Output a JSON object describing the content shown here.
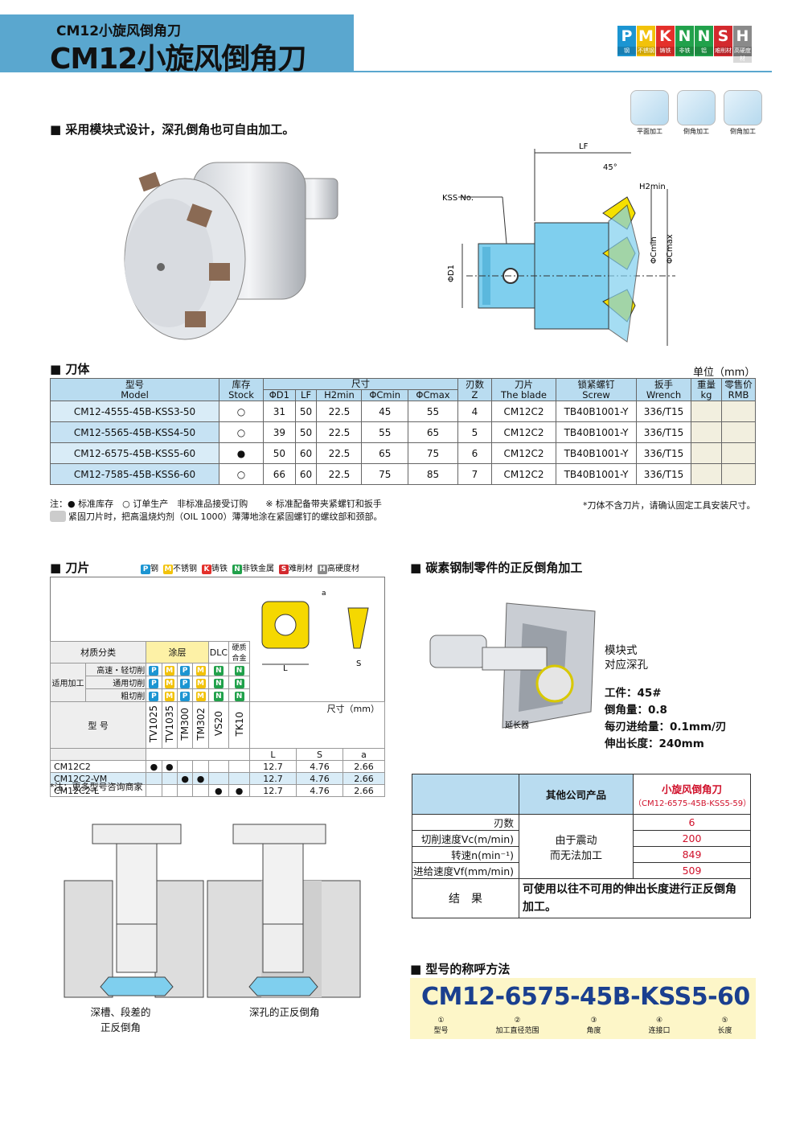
{
  "header": {
    "subtitle": "CM12小旋风倒角刀",
    "title": "CM12小旋风倒角刀"
  },
  "materials": [
    {
      "letter": "P",
      "label": "钢",
      "color": "#1c95d2"
    },
    {
      "letter": "M",
      "label": "不锈钢",
      "color": "#f2c20a"
    },
    {
      "letter": "K",
      "label": "铸铁",
      "color": "#e4302b"
    },
    {
      "letter": "N",
      "label": "非铁",
      "color": "#21a14b"
    },
    {
      "letter": "N",
      "label": "铝",
      "color": "#21a14b"
    },
    {
      "letter": "S",
      "label": "难削材",
      "color": "#d3292e"
    },
    {
      "letter": "H",
      "label": "高硬度材",
      "color": "#8a8a8a"
    }
  ],
  "processes": [
    "平面加工",
    "倒角加工",
    "倒角加工"
  ],
  "intro": "采用模块式设计，深孔倒角也可自由加工。",
  "diagram": {
    "lf": "LF",
    "angle": "45°",
    "h2": "H2min",
    "kss": "KSS No.",
    "d1": "ΦD1",
    "cmin": "ΦCmin",
    "cmax": "ΦCmax"
  },
  "body_section": {
    "title": "刀体",
    "unit": "单位（mm）",
    "headers": {
      "model": "型号",
      "model_en": "Model",
      "stock": "库存",
      "stock_en": "Stock",
      "dims": "尺寸",
      "d1": "ΦD1",
      "lf": "LF",
      "h2": "H2min",
      "cmin": "ΦCmin",
      "cmax": "ΦCmax",
      "z": "刃数",
      "z_en": "Z",
      "blade": "刀片",
      "blade_en": "The blade",
      "screw": "锁紧螺钉",
      "screw_en": "Screw",
      "wrench": "扳手",
      "wrench_en": "Wrench",
      "weight": "重量",
      "weight_en": "kg",
      "price": "零售价",
      "price_en": "RMB"
    },
    "rows": [
      {
        "model": "CM12-4555-45B-KSS3-50",
        "stock": "○",
        "d1": "31",
        "lf": "50",
        "h2": "22.5",
        "cmin": "45",
        "cmax": "55",
        "z": "4",
        "blade": "CM12C2",
        "screw": "TB40B1001-Y",
        "wrench": "336/T15"
      },
      {
        "model": "CM12-5565-45B-KSS4-50",
        "stock": "○",
        "d1": "39",
        "lf": "50",
        "h2": "22.5",
        "cmin": "55",
        "cmax": "65",
        "z": "5",
        "blade": "CM12C2",
        "screw": "TB40B1001-Y",
        "wrench": "336/T15"
      },
      {
        "model": "CM12-6575-45B-KSS5-60",
        "stock": "●",
        "d1": "50",
        "lf": "60",
        "h2": "22.5",
        "cmin": "65",
        "cmax": "75",
        "z": "6",
        "blade": "CM12C2",
        "screw": "TB40B1001-Y",
        "wrench": "336/T15"
      },
      {
        "model": "CM12-7585-45B-KSS6-60",
        "stock": "○",
        "d1": "66",
        "lf": "60",
        "h2": "22.5",
        "cmin": "75",
        "cmax": "85",
        "z": "7",
        "blade": "CM12C2",
        "screw": "TB40B1001-Y",
        "wrench": "336/T15"
      }
    ],
    "note1": "注：● 标准库存　○ 订单生产　非标准品接受订购　　※ 标准配备带夹紧螺钉和扳手",
    "note_right": "*刀体不含刀片，请确认固定工具安装尺寸。",
    "note2": "紧固刀片时，把高温烧灼剂（OIL 1000）薄薄地涂在紧固螺钉的螺纹部和颈部。"
  },
  "blade_section": {
    "title": "刀片",
    "legend": [
      {
        "letter": "P",
        "label": "钢",
        "color": "#1c95d2"
      },
      {
        "letter": "M",
        "label": "不锈钢",
        "color": "#f2c20a"
      },
      {
        "letter": "K",
        "label": "铸铁",
        "color": "#e4302b"
      },
      {
        "letter": "N",
        "label": "非铁金属",
        "color": "#21a14b"
      },
      {
        "letter": "S",
        "label": "难削材",
        "color": "#d3292e"
      },
      {
        "letter": "H",
        "label": "高硬度材",
        "color": "#8a8a8a"
      }
    ],
    "labels": {
      "L": "L",
      "S": "S",
      "a": "a"
    },
    "mat_class": "材质分类",
    "coating": "涂层",
    "dlc": "DLC",
    "carbide": "硬质合金",
    "apply": "适用加工",
    "uses": [
      "高速・轻切削",
      "通用切削",
      "粗切削"
    ],
    "model": "型 号",
    "grades": [
      "TV1025",
      "TV1035",
      "TM300",
      "TM302",
      "VS20",
      "TK10"
    ],
    "dims_label": "尺寸（mm）",
    "dim_heads": [
      "L",
      "S",
      "a"
    ],
    "rows": [
      {
        "model": "CM12C2",
        "marks": [
          "●",
          "●",
          "",
          "",
          "",
          ""
        ],
        "L": "12.7",
        "S": "4.76",
        "a": "2.66"
      },
      {
        "model": "CM12C2-VM",
        "marks": [
          "",
          "",
          "●",
          "●",
          "",
          ""
        ],
        "L": "12.7",
        "S": "4.76",
        "a": "2.66"
      },
      {
        "model": "CM12C2-L",
        "marks": [
          "",
          "",
          "",
          "",
          "●",
          "●"
        ],
        "L": "12.7",
        "S": "4.76",
        "a": "2.66"
      }
    ],
    "note": "*注：更多型号咨询商家"
  },
  "apps": {
    "left": "深槽、段差的\n正反倒角",
    "right": "深孔的正反倒角"
  },
  "case": {
    "title": "碳素钢制零件的正反倒角加工",
    "ext": "延长器",
    "lines": [
      "模块式",
      "对应深孔"
    ],
    "params": [
      "工件：45#",
      "倒角量：0.8",
      "每刃进给量：0.1mm/刃",
      "伸出长度：240mm"
    ]
  },
  "compare": {
    "other": "其他公司产品",
    "ours": "小旋风倒角刀",
    "ours_model": "（CM12-6575-45B-KSS5-59）",
    "rows": [
      {
        "label": "刃数",
        "value": "6"
      },
      {
        "label": "切削速度Vc(m/min)",
        "value": "200"
      },
      {
        "label": "转速n(min⁻¹)",
        "value": "849"
      },
      {
        "label": "进给速度Vf(mm/min)",
        "value": "509"
      }
    ],
    "other_text": "由于震动\n而无法加工",
    "result_label": "结　果",
    "result_text": "可使用以往不可用的伸出长度进行正反倒角加工。"
  },
  "naming": {
    "title": "型号的称呼方法",
    "code": "CM12-6575-45B-KSS5-60",
    "parts": [
      {
        "num": "①",
        "label": "型号"
      },
      {
        "num": "②",
        "label": "加工直径范围"
      },
      {
        "num": "③",
        "label": "角度"
      },
      {
        "num": "④",
        "label": "连接口"
      },
      {
        "num": "⑤",
        "label": "长度"
      }
    ]
  }
}
